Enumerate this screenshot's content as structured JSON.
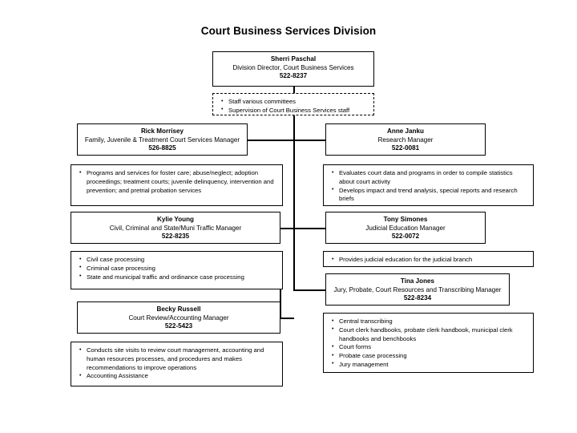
{
  "title": "Court Business Services Division",
  "director": {
    "name": "Sherri Paschal",
    "role": "Division Director, Court Business Services",
    "phone": "522-8237"
  },
  "director_duties": {
    "items": [
      "Staff various committees",
      "Supervision of Court Business Services staff"
    ]
  },
  "managers": [
    {
      "name": "Rick Morrisey",
      "role": "Family, Juvenile & Treatment Court Services  Manager",
      "phone": "526-8825",
      "duties": [
        "Programs and services for foster care; abuse/neglect; adoption proceedings; treatment courts; juvenile delinquency, intervention and prevention; and pretrial probation services"
      ]
    },
    {
      "name": "Anne Janku",
      "role": "Research Manager",
      "phone": "522-0081",
      "duties": [
        "Evaluates court data and programs in order to compile statistics about court activity",
        "Develops impact and trend analysis, special reports and research briefs"
      ]
    },
    {
      "name": "Kylie Young",
      "role": "Civil, Criminal and State/Muni Traffic  Manager",
      "phone": "522-8235",
      "duties": [
        "Civil case processing",
        "Criminal case processing",
        "State and municipal traffic and ordinance case processing"
      ]
    },
    {
      "name": "Tony Simones",
      "role": "Judicial Education Manager",
      "phone": "522-0072",
      "duties": [
        "Provides  judicial education for the judicial branch"
      ]
    },
    {
      "name": "Tina Jones",
      "role": "Jury, Probate, Court Resources and Transcribing Manager",
      "phone": "522-8234",
      "duties": [
        "Central transcribing",
        "Court clerk handbooks, probate clerk handbook, municipal clerk handbooks and benchbooks",
        "Court forms",
        "Probate case processing",
        "Jury management"
      ]
    },
    {
      "name": "Becky Russell",
      "role": "Court Review/Accounting Manager",
      "phone": "522-5423",
      "duties": [
        "Conducts site visits to review court management, accounting and human resources processes, and procedures and makes recommendations to improve operations",
        "Accounting Assistance"
      ]
    }
  ]
}
